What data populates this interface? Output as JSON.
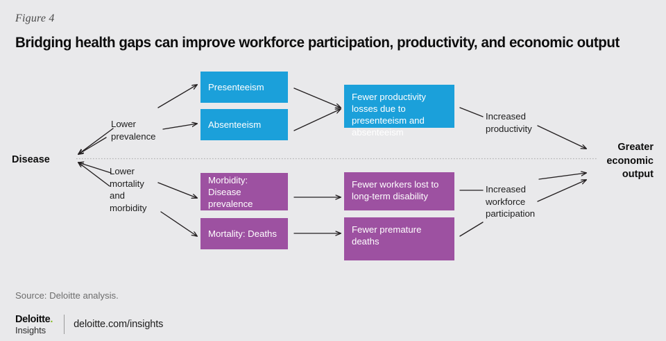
{
  "figure": {
    "label": "Figure 4",
    "title": "Bridging health gaps can improve workforce participation, productivity, and economic output",
    "background_color": "#e9e9eb"
  },
  "colors": {
    "blue": "#1ba0da",
    "purple": "#9d51a1",
    "arrow": "#231f20",
    "divider": "#b3b3b3",
    "accent_green": "#86bc25"
  },
  "diagram": {
    "root": {
      "label": "Disease"
    },
    "branch_labels": [
      {
        "id": "lower-prevalence",
        "label": "Lower\nprevalence"
      },
      {
        "id": "lower-mortality-morbidity",
        "label": "Lower\nmortality\nand\nmorbidity"
      }
    ],
    "stage1": [
      {
        "id": "presenteeism",
        "label": "Presenteeism",
        "color": "blue"
      },
      {
        "id": "absenteeism",
        "label": "Absenteeism",
        "color": "blue"
      },
      {
        "id": "morbidity",
        "label": "Morbidity:\nDisease prevalence",
        "color": "purple"
      },
      {
        "id": "mortality",
        "label": "Mortality: Deaths",
        "color": "purple"
      }
    ],
    "stage2": [
      {
        "id": "fewer-productivity-losses",
        "label": "Fewer productivity losses due to presenteeism and absenteeism",
        "color": "blue"
      },
      {
        "id": "fewer-workers-lost",
        "label": "Fewer workers lost to long-term disability",
        "color": "purple"
      },
      {
        "id": "fewer-premature-deaths",
        "label": "Fewer premature deaths",
        "color": "purple"
      }
    ],
    "outcome_labels": [
      {
        "id": "increased-productivity",
        "label": "Increased\nproductivity"
      },
      {
        "id": "increased-workforce-participation",
        "label": "Increased\nworkforce\nparticipation"
      }
    ],
    "final_outcome": {
      "label": "Greater\neconomic\noutput"
    }
  },
  "footer": {
    "source": "Source: Deloitte analysis.",
    "logo_primary": "Deloitte",
    "logo_dot": ".",
    "logo_secondary": "Insights",
    "url": "deloitte.com/insights"
  }
}
